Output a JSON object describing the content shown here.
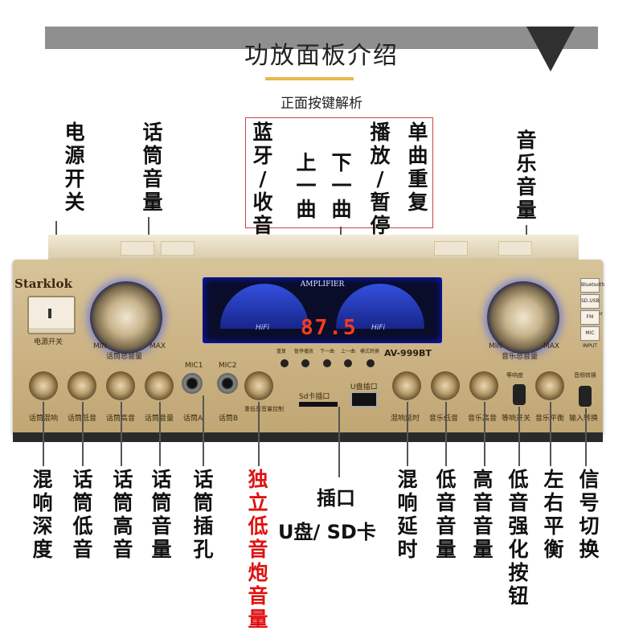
{
  "header": {
    "title": "功放面板介绍",
    "subtitle": "正面按键解析"
  },
  "top_labels": {
    "power_switch": [
      "电",
      "源",
      "开",
      "关"
    ],
    "mic_volume": [
      "话",
      "筒",
      "音",
      "量"
    ],
    "bluetooth": [
      "蓝",
      "牙",
      "/",
      "收",
      "音"
    ],
    "prev_track": [
      "上",
      "一",
      "曲"
    ],
    "next_track": [
      "下",
      "一",
      "曲"
    ],
    "play_pause": [
      "播",
      "放",
      "/",
      "暂",
      "停"
    ],
    "single_repeat": [
      "单",
      "曲",
      "重",
      "复"
    ],
    "music_volume": [
      "音",
      "乐",
      "音",
      "量"
    ]
  },
  "bottom_labels": {
    "echo_depth": [
      "混",
      "响",
      "深",
      "度"
    ],
    "mic_bass": [
      "话",
      "筒",
      "低",
      "音"
    ],
    "mic_treble": [
      "话",
      "筒",
      "高",
      "音"
    ],
    "mic_volume2": [
      "话",
      "筒",
      "音",
      "量"
    ],
    "mic_jack": [
      "话",
      "筒",
      "插",
      "孔"
    ],
    "subwoofer_volume": [
      "独",
      "立",
      "低",
      "音",
      "炮",
      "音",
      "量"
    ],
    "slot_label": "插口",
    "slot_types": "U盘/ SD卡",
    "echo_delay": [
      "混",
      "响",
      "延",
      "时"
    ],
    "bass_volume": [
      "低",
      "音",
      "音",
      "量"
    ],
    "treble_volume": [
      "高",
      "音",
      "音",
      "量"
    ],
    "bass_boost": [
      "低",
      "音",
      "强",
      "化",
      "按",
      "钮"
    ],
    "balance": [
      "左",
      "右",
      "平",
      "衡"
    ],
    "input_switch": [
      "信",
      "号",
      "切",
      "换"
    ]
  },
  "panel": {
    "brand": "Starklok",
    "power_caption": "电源开关",
    "mic_master_caption": "话筒总音量",
    "music_master_caption": "音乐总音量",
    "min": "MIN",
    "max": "MAX",
    "display_title": "AMPLIFIER",
    "hifi": "HiFi",
    "display_digits": "87.5",
    "model": "AV-999BT",
    "btn_labels": [
      "重复",
      "暂停播放",
      "下一曲",
      "上一曲",
      "模式转换"
    ],
    "mic1": "MIC1",
    "mic2": "MIC2",
    "sd_caption": "Sd卡插口",
    "usb_caption": "U盘插口",
    "bass_boost_caption": "等响度",
    "input_caption": "音频转换",
    "knob_labels_left": [
      "话筒混响",
      "话筒低音",
      "话筒高音",
      "话筒音量",
      "话筒A",
      "话筒B",
      "重低音音量控制"
    ],
    "knob_labels_right": [
      "混响延时",
      "音乐低音",
      "音乐高音",
      "等响开关",
      "音乐平衡",
      "输入转换"
    ],
    "badges": [
      "Bluetooth",
      "SD.USB Amplifier",
      "FM",
      "MIC INPUT"
    ]
  }
}
